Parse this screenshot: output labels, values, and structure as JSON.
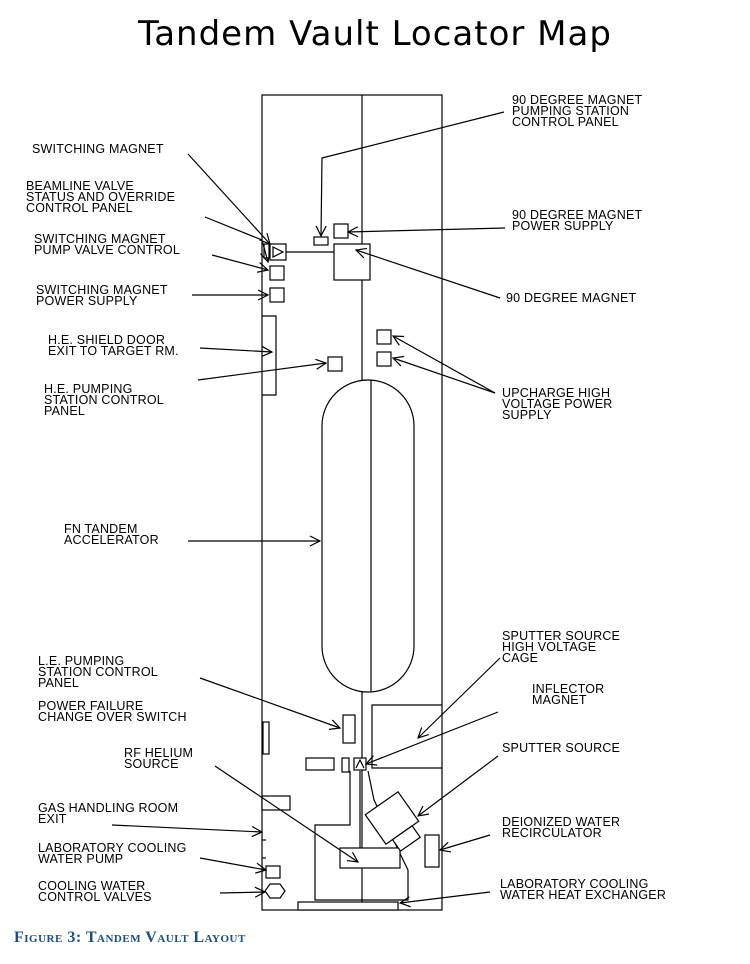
{
  "title": "Tandem Vault Locator Map",
  "caption": "Figure 3: Tandem Vault Layout",
  "labels": {
    "mag90_pump": [
      "90 DEGREE MAGNET",
      "PUMPING STATION",
      "CONTROL PANEL"
    ],
    "switching_magnet": [
      "SWITCHING MAGNET"
    ],
    "beamline_valve": [
      "BEAMLINE VALVE",
      "STATUS AND OVERRIDE",
      "CONTROL PANEL"
    ],
    "mag90_power": [
      "90 DEGREE MAGNET",
      "POWER SUPPLY"
    ],
    "sw_pump_valve": [
      "SWITCHING MAGNET",
      "PUMP VALVE CONTROL"
    ],
    "sw_power": [
      "SWITCHING MAGNET",
      "POWER SUPPLY"
    ],
    "mag90": [
      "90 DEGREE MAGNET"
    ],
    "he_door": [
      "H.E. SHIELD DOOR",
      "EXIT TO TARGET RM."
    ],
    "he_pump": [
      "H.E. PUMPING",
      "STATION CONTROL",
      "PANEL"
    ],
    "upcharge": [
      "UPCHARGE HIGH",
      "VOLTAGE POWER",
      "SUPPLY"
    ],
    "fn_tandem": [
      "FN TANDEM",
      "ACCELERATOR"
    ],
    "sputter_cage": [
      "SPUTTER SOURCE",
      "HIGH VOLTAGE",
      "CAGE"
    ],
    "le_pump": [
      "L.E. PUMPING",
      "STATION CONTROL",
      "PANEL"
    ],
    "inflector": [
      "INFLECTOR",
      "MAGNET"
    ],
    "power_failure": [
      "POWER FAILURE",
      "CHANGE OVER SWITCH"
    ],
    "sputter_source": [
      "SPUTTER SOURCE"
    ],
    "rf_helium": [
      "RF HELIUM",
      "SOURCE"
    ],
    "gas_handling": [
      "GAS HANDLING ROOM",
      "EXIT"
    ],
    "deionized": [
      "DEIONIZED WATER",
      "RECIRCULATOR"
    ],
    "lab_pump": [
      "LABORATORY COOLING",
      "WATER PUMP"
    ],
    "cooling_valves": [
      "COOLING WATER",
      "CONTROL VALVES"
    ],
    "lab_exchanger": [
      "LABORATORY COOLING",
      "WATER HEAT EXCHANGER"
    ]
  }
}
